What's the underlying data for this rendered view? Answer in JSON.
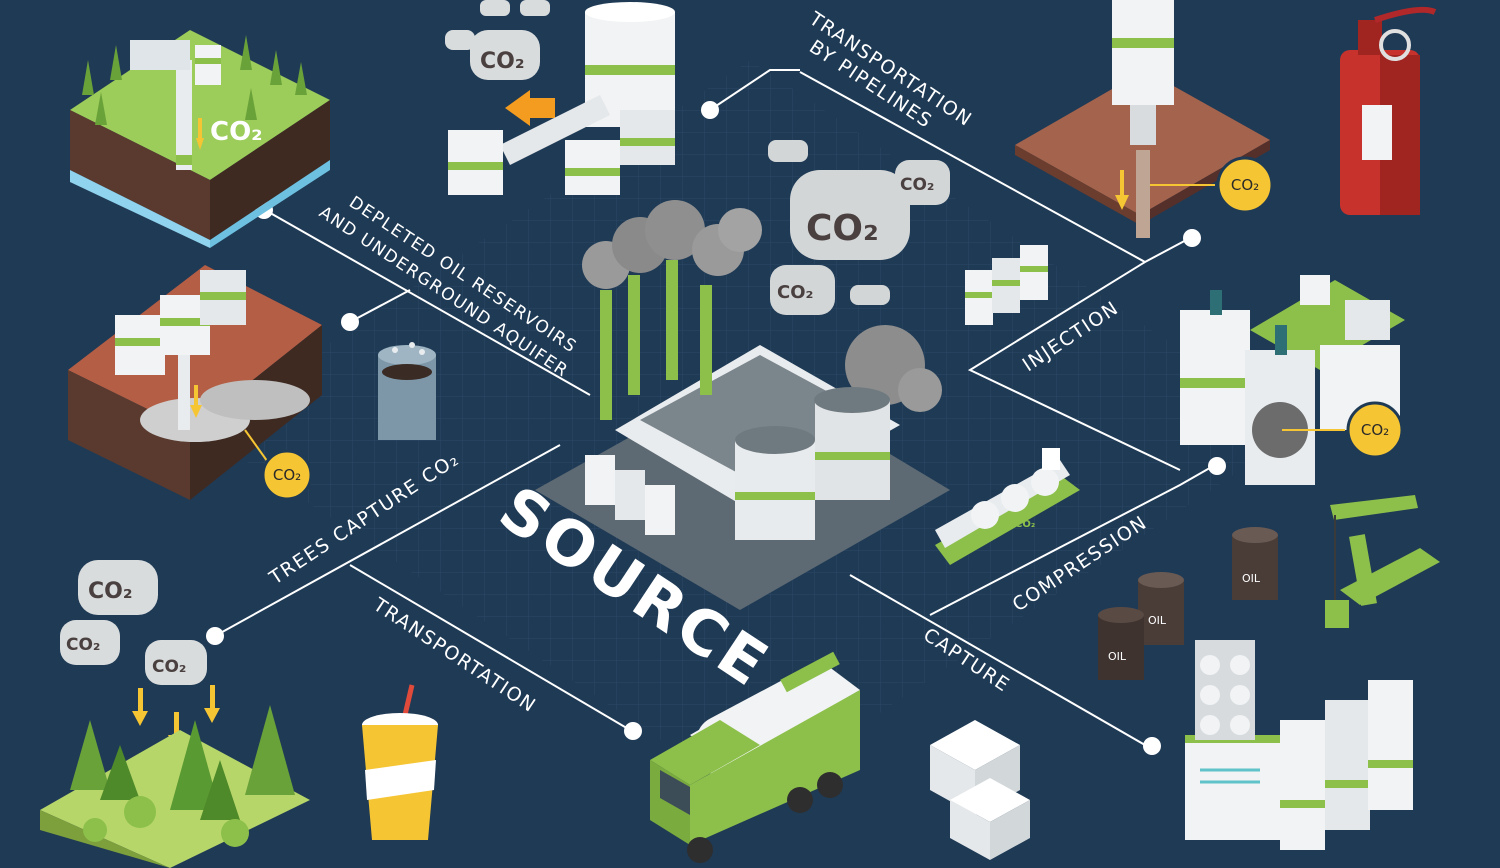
{
  "labels": {
    "source": "SOURCE",
    "transportation_by_pipelines_1": "TRANSPORTATION",
    "transportation_by_pipelines_2": "BY PIPELINES",
    "depleted_1": "DEPLETED OIL RESERVOIRS",
    "depleted_2": "AND UNDERGROUND AQUIFER",
    "trees_capture": "TREES CAPTURE CO₂",
    "transportation": "TRANSPORTATION",
    "injection": "INJECTION",
    "compression": "COMPRESSION",
    "capture": "CAPTURE"
  },
  "co2": {
    "text": "CO₂",
    "badge": "CO₂",
    "oil": "OIL"
  },
  "colors": {
    "background": "#1f3a55",
    "grid": "#2c4a68",
    "accent_green": "#8cc04a",
    "badge_yellow": "#f6c533",
    "soil": "#8b4a35",
    "extinguisher_red": "#c8322d"
  },
  "icons": [
    "aquifer-storage-icon",
    "depleted-reservoir-icon",
    "gas-canister-icon",
    "trees-capture-icon",
    "pipeline-storage-icon",
    "co2-cloud-icon",
    "factory-source-icon",
    "cylinder-stack-icon",
    "co2-tanker-ship-icon",
    "injection-well-icon",
    "fire-extinguisher-icon",
    "compression-plant-icon",
    "oil-pumpjack-icon",
    "oil-barrel-icon",
    "capture-facility-icon",
    "co2-tank-truck-icon",
    "soda-cup-icon",
    "dry-ice-cubes-icon"
  ]
}
